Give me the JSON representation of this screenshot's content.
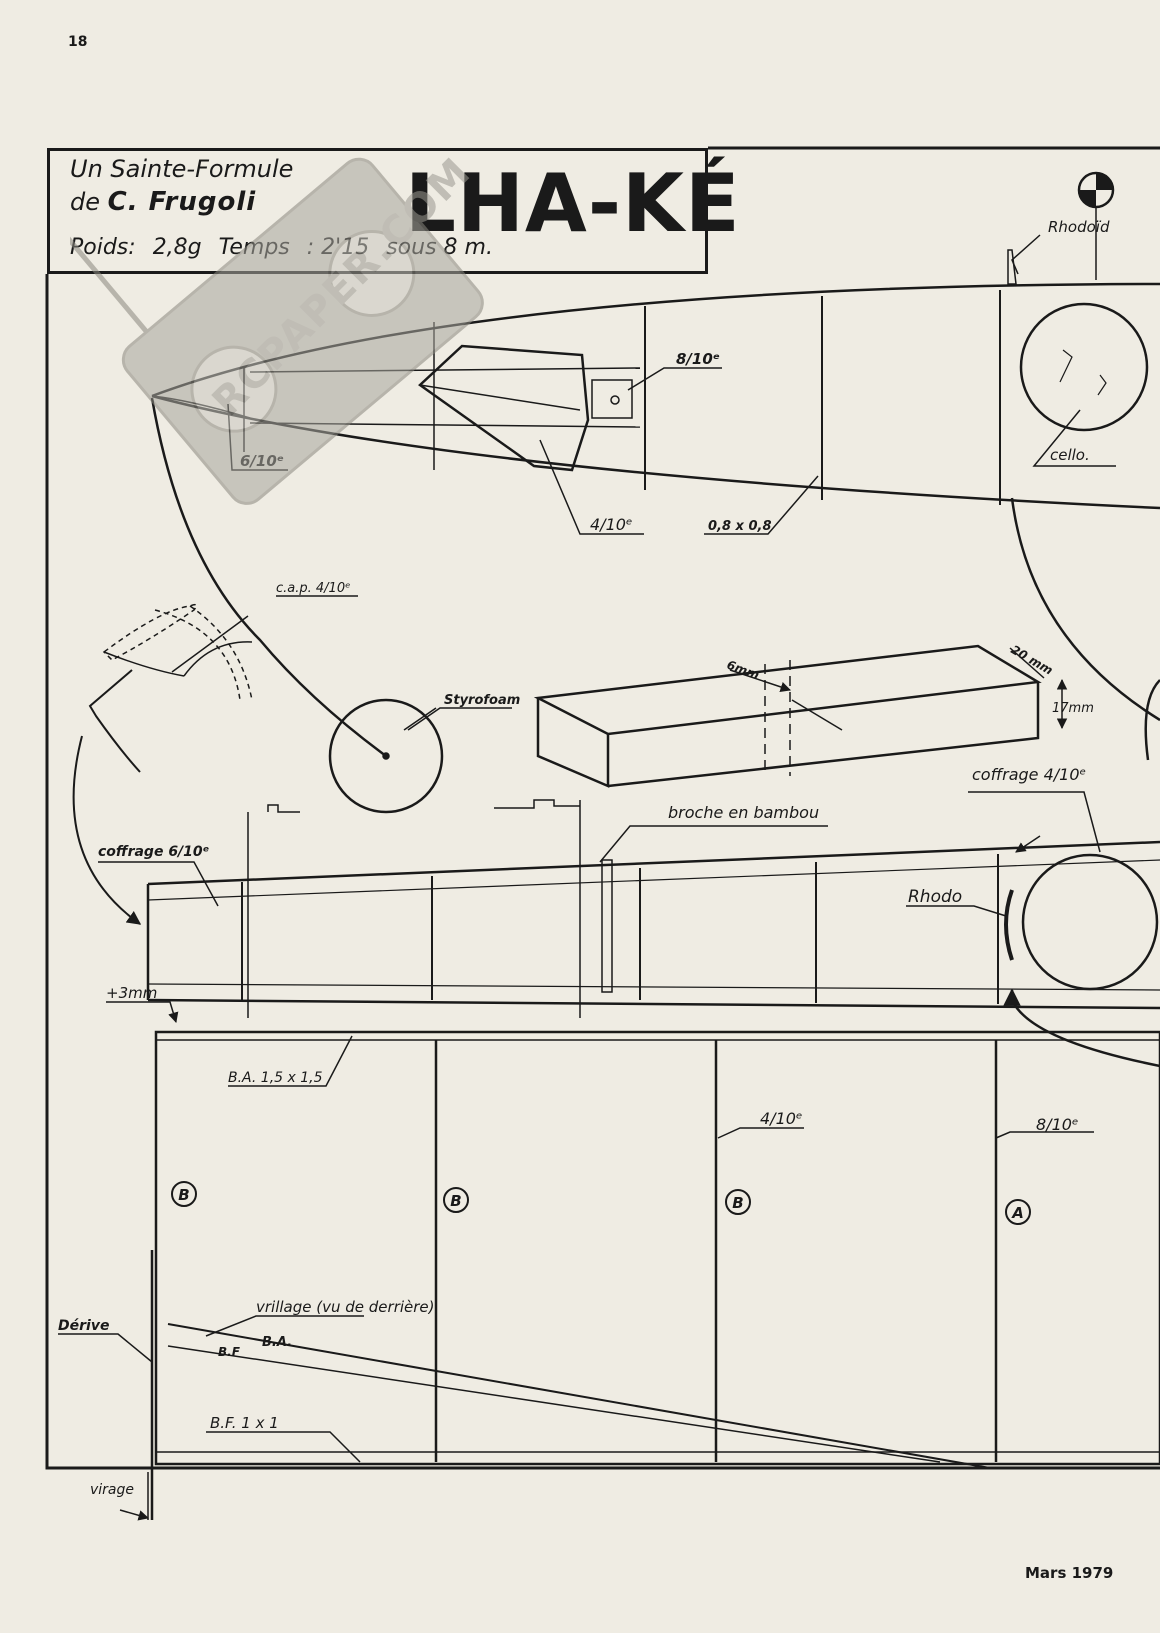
{
  "page_number": "18",
  "footer_date": "Mars 1979",
  "title_block": {
    "subtitle_line1": "Un Sainte-Formule",
    "author_prefix": "de",
    "author_name": "C. Frugoli",
    "weight_label": "Poids:",
    "weight_value": "2,8g",
    "time_label": "Temps",
    "time_value": ": 2'15",
    "time_suffix": "sous 8 m.",
    "plan_title": "LHA-KÉ"
  },
  "watermark_text": "RCPAPER.COM",
  "labels": {
    "rhodoid": "Rhodoïd",
    "ply_8_10_top": "8/10ᵉ",
    "ply_6_10": "6/10ᵉ",
    "ply_4_10_top": "4/10ᵉ",
    "strip_0808": "0,8 x 0,8",
    "cello": "cello.",
    "cap": "c.a.p. 4/10ᵉ",
    "styrofoam": "Styrofoam",
    "dim_6mm": "6mm",
    "dim_20mm": "20 mm",
    "dim_17mm": "17mm",
    "coffrage_4_10": "coffrage 4/10ᵉ",
    "broche": "broche en bambou",
    "coffrage_6_10": "coffrage 6/10ᵉ",
    "rhodo": "Rhodo",
    "plus_3mm": "+3mm",
    "ba_15": "B.A. 1,5 x 1,5",
    "ply_4_10_wing": "4/10ᵉ",
    "ply_8_10_wing": "8/10ᵉ",
    "rib_b1": "B",
    "rib_b2": "B",
    "rib_b3": "B",
    "rib_a": "A",
    "vrillage": "vrillage (vu de derrière)",
    "derive": "Dérive",
    "ba_short": "B.A.",
    "bf_short": "B.F",
    "bf_1x1": "B.F. 1 x 1",
    "virage": "virage"
  }
}
